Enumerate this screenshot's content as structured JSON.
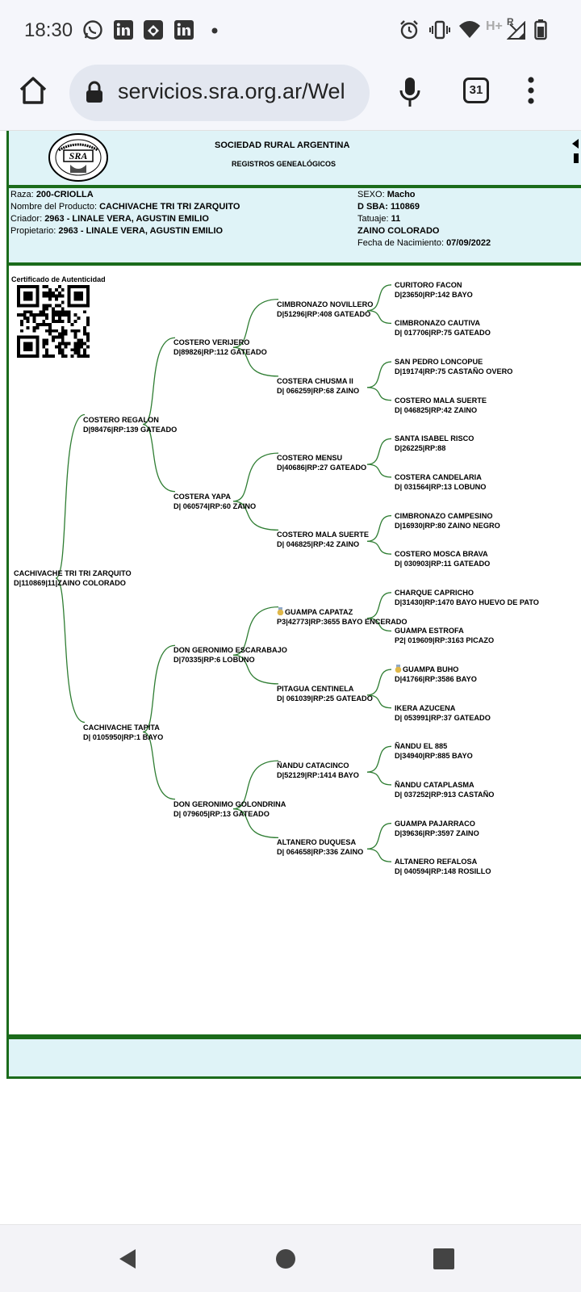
{
  "status_bar": {
    "time": "18:30",
    "icons": [
      "whatsapp-icon",
      "linkedin-icon",
      "app-icon",
      "linkedin-icon",
      "dot-icon",
      "alarm-icon",
      "vibrate-icon",
      "wifi-icon",
      "network-icon",
      "battery-icon"
    ],
    "network_label": "H+",
    "roaming_label": "R"
  },
  "browser": {
    "url": "servicios.sra.org.ar/Wel",
    "tab_count": "31"
  },
  "header": {
    "org_name": "SOCIEDAD RURAL ARGENTINA",
    "subtitle": "REGISTROS GENEALÓGICOS",
    "logo_text": "SRA"
  },
  "info": {
    "raza_label": "Raza:",
    "raza_value": "200-CRIOLLA",
    "producto_label": "Nombre del Producto:",
    "producto_value": "CACHIVACHE TRI TRI ZARQUITO",
    "criador_label": "Criador:",
    "criador_value": "2963 - LINALE VERA, AGUSTIN EMILIO",
    "propietario_label": "Propietario:",
    "propietario_value": "2963 - LINALE VERA, AGUSTIN EMILIO",
    "sexo_label": "SEXO:",
    "sexo_value": "Macho",
    "sba": "D SBA: 110869",
    "tatuaje_label": "Tatuaje:",
    "tatuaje_value": "11",
    "pelaje": "ZAINO COLORADO",
    "nacimiento_label": "Fecha de Nacimiento:",
    "nacimiento_value": "07/09/2022"
  },
  "certificate_label": "Certificado de Autenticidad",
  "pedigree": {
    "root": {
      "name": "CACHIVACHE TRI TRI ZARQUITO",
      "code": "D|110869|11|ZAINO COLORADO"
    },
    "gen1": [
      {
        "name": "COSTERO REGALON",
        "code": "D|98476|RP:139 GATEADO"
      },
      {
        "name": "CACHIVACHE TAPITA",
        "code": "D| 0105950|RP:1 BAYO"
      }
    ],
    "gen2": [
      {
        "name": "COSTERO VERIJERO",
        "code": "D|89826|RP:112 GATEADO"
      },
      {
        "name": "COSTERA YAPA",
        "code": "D| 060574|RP:60 ZAINO"
      },
      {
        "name": "DON GERONIMO ESCARABAJO",
        "code": "D|70335|RP:6 LOBUNO"
      },
      {
        "name": "DON GERONIMO GOLONDRINA",
        "code": "D| 079605|RP:13 GATEADO"
      }
    ],
    "gen3": [
      {
        "name": "CIMBRONAZO NOVILLERO",
        "code": "D|51296|RP:408 GATEADO"
      },
      {
        "name": "COSTERA CHUSMA II",
        "code": "D| 066259|RP:68 ZAINO"
      },
      {
        "name": "COSTERO MENSU",
        "code": "D|40686|RP:27 GATEADO"
      },
      {
        "name": "COSTERO MALA SUERTE",
        "code": "D| 046825|RP:42 ZAINO"
      },
      {
        "name": "GUAMPA CAPATAZ",
        "code": "P3|42773|RP:3655 BAYO ENCERADO",
        "medal": true
      },
      {
        "name": "PITAGUA CENTINELA",
        "code": "D| 061039|RP:25 GATEADO"
      },
      {
        "name": "ÑANDU CATACINCO",
        "code": "D|52129|RP:1414 BAYO"
      },
      {
        "name": "ALTANERO DUQUESA",
        "code": "D| 064658|RP:336 ZAINO"
      }
    ],
    "gen4": [
      {
        "name": "CURITORO FACON",
        "code": "D|23650|RP:142 BAYO"
      },
      {
        "name": "CIMBRONAZO CAUTIVA",
        "code": "D| 017706|RP:75 GATEADO"
      },
      {
        "name": "SAN PEDRO LONCOPUE",
        "code": "D|19174|RP:75 CASTAÑO OVERO"
      },
      {
        "name": "COSTERO MALA SUERTE",
        "code": "D| 046825|RP:42 ZAINO"
      },
      {
        "name": "SANTA ISABEL RISCO",
        "code": "D|26225|RP:88"
      },
      {
        "name": "COSTERA CANDELARIA",
        "code": "D| 031564|RP:13 LOBUNO"
      },
      {
        "name": "CIMBRONAZO CAMPESINO",
        "code": "D|16930|RP:80 ZAINO NEGRO"
      },
      {
        "name": "COSTERO MOSCA BRAVA",
        "code": "D| 030903|RP:11 GATEADO"
      },
      {
        "name": "CHARQUE CAPRICHO",
        "code": "D|31430|RP:1470 BAYO HUEVO DE PATO"
      },
      {
        "name": "GUAMPA ESTROFA",
        "code": "P2| 019609|RP:3163 PICAZO"
      },
      {
        "name": "GUAMPA BUHO",
        "code": "D|41766|RP:3586 BAYO",
        "medal": true
      },
      {
        "name": "IKERA AZUCENA",
        "code": "D| 053991|RP:37 GATEADO"
      },
      {
        "name": "ÑANDU EL 885",
        "code": "D|34940|RP:885 BAYO"
      },
      {
        "name": "ÑANDU CATAPLASMA",
        "code": "D| 037252|RP:913 CASTAÑO"
      },
      {
        "name": "GUAMPA PAJARRACO",
        "code": "D|39636|RP:3597 ZAINO"
      },
      {
        "name": "ALTANERO REFALOSA",
        "code": "D| 040594|RP:148 ROSILLO"
      }
    ]
  },
  "colors": {
    "border": "#1b6b1b",
    "panel_bg": "#dff3f7",
    "tree_line": "#2e7d32"
  }
}
